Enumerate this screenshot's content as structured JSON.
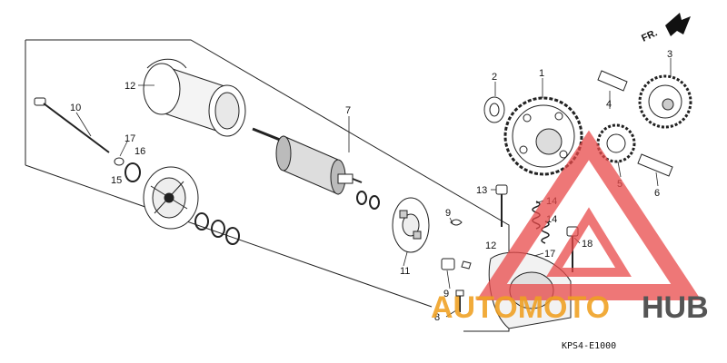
{
  "diagram": {
    "direction_label": "FR.",
    "diagram_code": "KPS4-E1000",
    "watermark": {
      "word_a": "AUTOMOTO",
      "word_b": "HUB",
      "color_a": "#f0a020",
      "color_b": "#555555",
      "triangle_color": "#e84a4a"
    },
    "callouts": [
      {
        "id": "c1",
        "text": "1"
      },
      {
        "id": "c2",
        "text": "2"
      },
      {
        "id": "c3",
        "text": "3"
      },
      {
        "id": "c4",
        "text": "4"
      },
      {
        "id": "c5",
        "text": "5"
      },
      {
        "id": "c6",
        "text": "6"
      },
      {
        "id": "c7",
        "text": "7"
      },
      {
        "id": "c8",
        "text": "8"
      },
      {
        "id": "c9a",
        "text": "9"
      },
      {
        "id": "c9b",
        "text": "9"
      },
      {
        "id": "c10",
        "text": "10"
      },
      {
        "id": "c11",
        "text": "11"
      },
      {
        "id": "c12a",
        "text": "12"
      },
      {
        "id": "c12b",
        "text": "12"
      },
      {
        "id": "c13",
        "text": "13"
      },
      {
        "id": "c14a",
        "text": "14"
      },
      {
        "id": "c14b",
        "text": "14"
      },
      {
        "id": "c15",
        "text": "15"
      },
      {
        "id": "c16",
        "text": "16"
      },
      {
        "id": "c17a",
        "text": "17"
      },
      {
        "id": "c17b",
        "text": "17"
      },
      {
        "id": "c18",
        "text": "18"
      }
    ]
  }
}
